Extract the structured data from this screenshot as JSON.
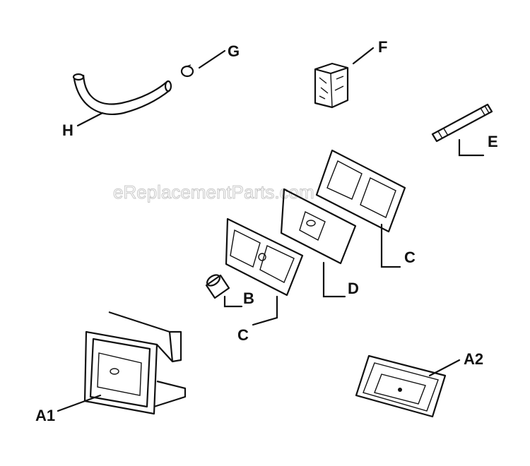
{
  "watermark": "eReplacementParts.com",
  "labels": {
    "G": "G",
    "F": "F",
    "H": "H",
    "E": "E",
    "C_upper": "C",
    "D": "D",
    "B": "B",
    "C_lower": "C",
    "A1": "A1",
    "A2": "A2"
  }
}
